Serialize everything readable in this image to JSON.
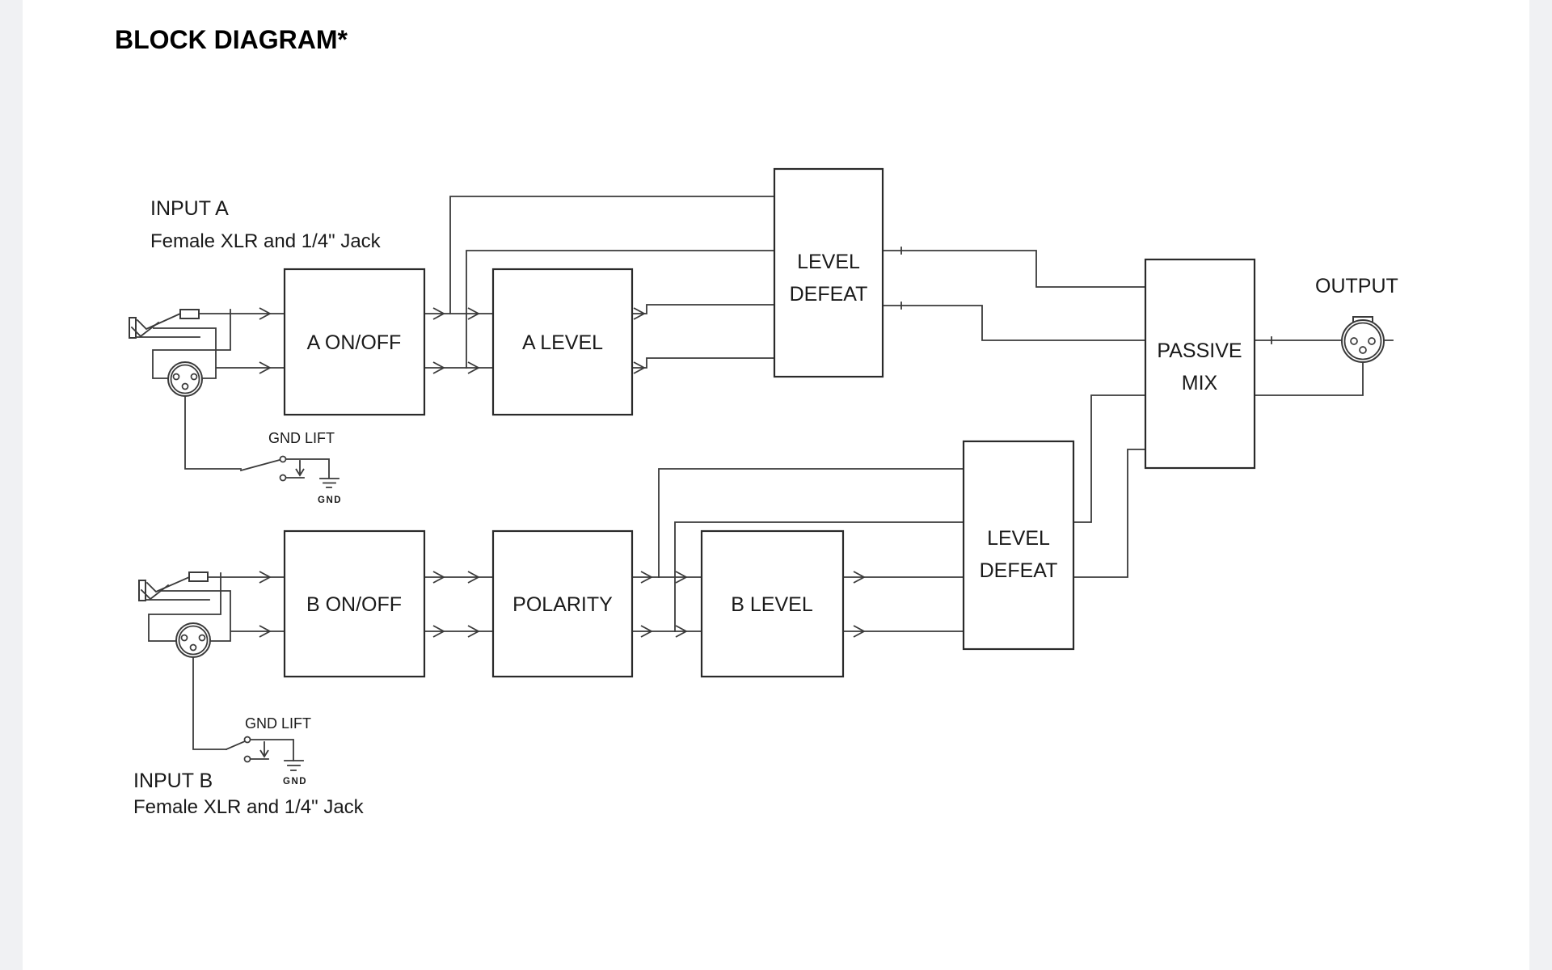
{
  "page": {
    "title": "BLOCK DIAGRAM*"
  },
  "diagram": {
    "input_a": {
      "label": "INPUT A",
      "connector_note": "Female XLR and 1/4\" Jack"
    },
    "input_b": {
      "label": "INPUT B",
      "connector_note": "Female XLR and 1/4\" Jack"
    },
    "output": {
      "label": "OUTPUT"
    },
    "blocks": {
      "a_on_off": {
        "label": "A ON/OFF"
      },
      "a_level": {
        "label": "A LEVEL"
      },
      "level_defeat_a": {
        "line1": "LEVEL",
        "line2": "DEFEAT"
      },
      "passive_mix": {
        "line1": "PASSIVE",
        "line2": "MIX"
      },
      "b_on_off": {
        "label": "B ON/OFF"
      },
      "polarity": {
        "label": "POLARITY"
      },
      "b_level": {
        "label": "B LEVEL"
      },
      "level_defeat_b": {
        "line1": "LEVEL",
        "line2": "DEFEAT"
      }
    },
    "gnd_lift_a": {
      "label": "GND LIFT",
      "ground_label": "GND"
    },
    "gnd_lift_b": {
      "label": "GND LIFT",
      "ground_label": "GND"
    }
  },
  "colors": {
    "page_background": "#ffffff",
    "margin_background": "#f0f1f3",
    "line": "#3a3a3a",
    "text": "#1a1a1a"
  }
}
